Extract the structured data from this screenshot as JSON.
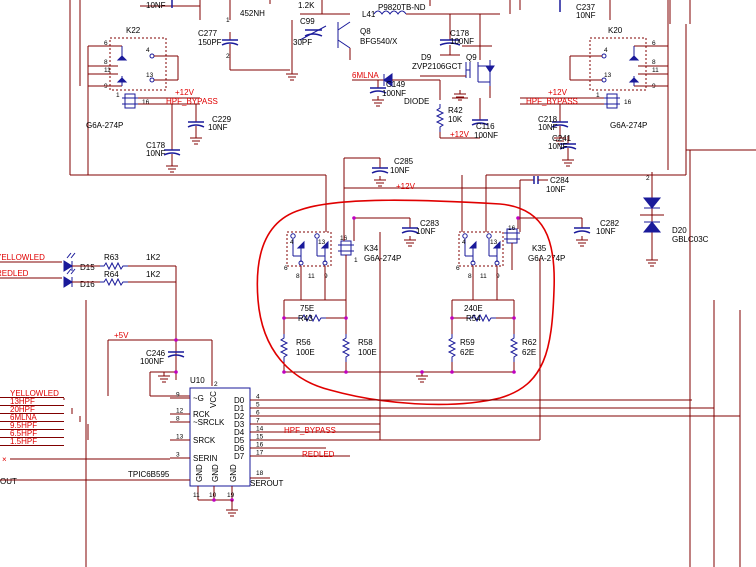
{
  "labels": {
    "top_10nf": "10NF",
    "l_452nh": "452NH",
    "c99": "C99",
    "c99_30pf": "30PF",
    "q8": "Q8",
    "q8_part": "BFG540/X",
    "k_12k": "1.2K",
    "l41": "L41",
    "p9820": "P9820TB-ND",
    "c178r": "C178",
    "c178r_val": "100NF",
    "c237": "C237",
    "c237_val": "10NF",
    "c277": "C277",
    "c277_val": "150PF",
    "k22": "K22",
    "k20": "K20",
    "d9": "D9",
    "d9_part": "ZVP2106GCT",
    "q9": "Q9",
    "mlna": "6MLNA",
    "c149": "C149",
    "c149_val": "100NF",
    "diode": "DIODE",
    "r42": "R42",
    "r42_val": "10K",
    "plus12_q": "+12V",
    "c116": "C116",
    "c116_val": "100NF",
    "plus12_l": "+12V",
    "hpf_l": "HPF_BYPASS",
    "c229": "C229",
    "c229_val": "10NF",
    "c178l": "C178",
    "c178l_val": "10NF",
    "g6a_l": "G6A-274P",
    "plus12_r": "+12V",
    "hpf_r": "HPF_BYPASS",
    "c218": "C218",
    "c218_val": "10NF",
    "c241": "C241",
    "c241_val": "10NF",
    "g6a_r": "G6A-274P",
    "c285": "C285",
    "c285_val": "10NF",
    "plus12_m": "+12V",
    "c284": "C284",
    "c284_val": "10NF",
    "c283": "C283",
    "c283_val": "10NF",
    "c282": "C282",
    "c282_val": "10NF",
    "d20": "D20",
    "d20_part": "GBLC03C",
    "k34": "K34",
    "k34_part": "G6A-274P",
    "k35": "K35",
    "k35_part": "G6A-274P",
    "r75": "75E",
    "r43": "R43",
    "r240": "240E",
    "r54": "R54",
    "r56": "R56",
    "r56_val": "100E",
    "r58": "R58",
    "r58_val": "100E",
    "r59": "R59",
    "r59_val": "62E",
    "r62": "R62",
    "r62_val": "62E",
    "yellowled": "YELLOWLED",
    "redled": "REDLED",
    "d15": "D15",
    "d16": "D16",
    "r63": "R63",
    "r63_val": "1K2",
    "r64": "R64",
    "r64_val": "1K2",
    "plus5": "+5V",
    "c246": "C246",
    "c246_val": "100NF",
    "u10": "U10",
    "tpic": "TPIC6B595",
    "serout_l": "OUT",
    "serout_r": "SEROUT",
    "hpf_bus": "HPF_BYPASS",
    "redled_bus": "REDLED",
    "relay_pins": {
      "p4": "4",
      "p6": "6",
      "p8": "8",
      "p11": "11",
      "p9": "9",
      "p13": "13",
      "p1": "1",
      "p16": "16"
    },
    "nums": {
      "n1": "1",
      "n2": "2",
      "n10": "10",
      "n11": "11",
      "n18": "18",
      "n19": "19",
      "n20": "20"
    }
  },
  "u10": {
    "left_pins": [
      {
        "num": "9",
        "name": "~G"
      },
      {
        "num": "12",
        "name": "RCK"
      },
      {
        "num": "8",
        "name": "~SRCLK"
      },
      {
        "num": "13",
        "name": "SRCK"
      },
      {
        "num": "3",
        "name": "SERIN"
      }
    ],
    "right_pins": [
      {
        "num": "4",
        "name": "D0"
      },
      {
        "num": "5",
        "name": "D1"
      },
      {
        "num": "6",
        "name": "D2"
      },
      {
        "num": "7",
        "name": "D3"
      },
      {
        "num": "14",
        "name": "D4"
      },
      {
        "num": "15",
        "name": "D5"
      },
      {
        "num": "16",
        "name": "D6"
      },
      {
        "num": "17",
        "name": "D7"
      }
    ],
    "vcc": "VCC",
    "gnd": "GND",
    "gnd_pins": [
      "11",
      "10",
      "19"
    ]
  },
  "net_list_left": [
    "YELLOWLED",
    "13HPF",
    "20HPF",
    "6MLNA",
    "9.5HPF",
    "6.5HPF",
    "1.5HPF"
  ]
}
